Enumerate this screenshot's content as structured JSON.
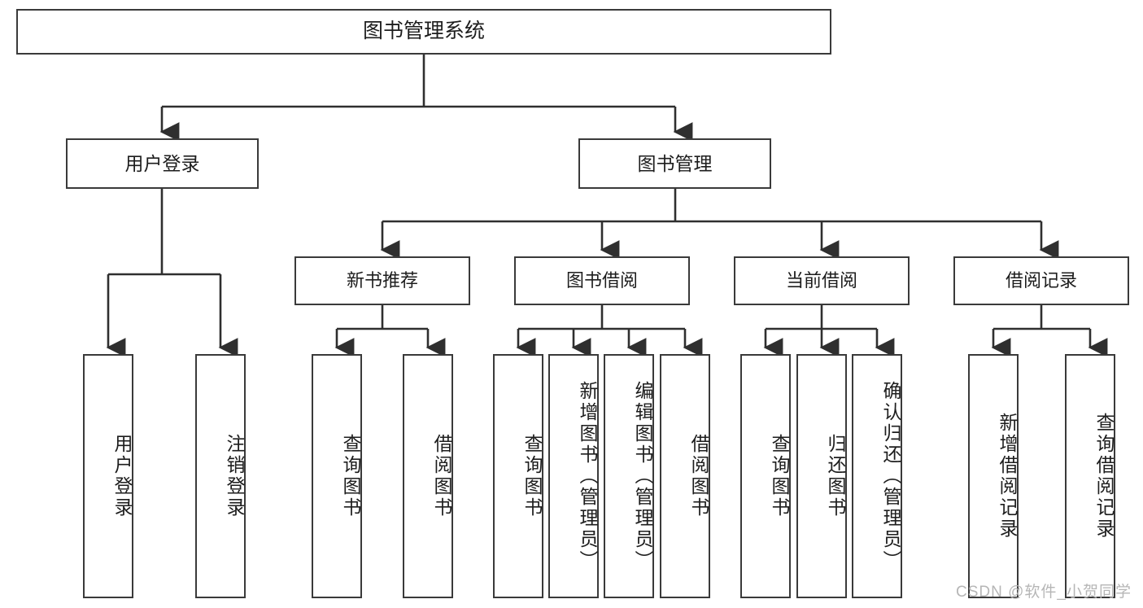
{
  "diagram": {
    "title": "图书管理系统",
    "type": "functional-structure-tree",
    "watermark": "CSDN @软件_小贺同学",
    "colors": {
      "box_border": "#3a3a3a",
      "box_fill": "#ffffff",
      "connector": "#2f2f2f",
      "text": "#1d1d1d",
      "watermark": "#b6b6b6"
    },
    "root": {
      "label": "图书管理系统"
    },
    "level2": [
      {
        "label": "用户登录"
      },
      {
        "label": "图书管理"
      }
    ],
    "level3": [
      {
        "label": "新书推荐"
      },
      {
        "label": "图书借阅"
      },
      {
        "label": "当前借阅"
      },
      {
        "label": "借阅记录"
      }
    ],
    "leaves": {
      "user_login": [
        {
          "label": "用户登录"
        },
        {
          "label": "注销登录"
        }
      ],
      "new_book_recommend": [
        {
          "label": "查询图书"
        },
        {
          "label": "借阅图书"
        }
      ],
      "book_borrow": [
        {
          "label": "查询图书"
        },
        {
          "label": "新增图书（管理员）"
        },
        {
          "label": "编辑图书（管理员）"
        },
        {
          "label": "借阅图书"
        }
      ],
      "current_borrow": [
        {
          "label": "查询图书"
        },
        {
          "label": "归还图书"
        },
        {
          "label": "确认归还（管理员）"
        }
      ],
      "borrow_record": [
        {
          "label": "新增借阅记录"
        },
        {
          "label": "查询借阅记录"
        }
      ]
    }
  }
}
